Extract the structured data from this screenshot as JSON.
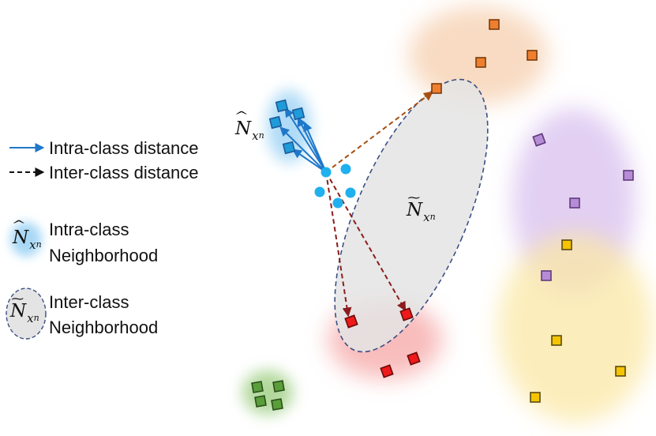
{
  "legend": {
    "intra_distance": "Intra-class distance",
    "inter_distance": "Inter-class distance",
    "intra_neighborhood_line1": "Intra-class",
    "intra_neighborhood_line2": "Neighborhood",
    "inter_neighborhood_line1": "Inter-class",
    "inter_neighborhood_line2": "Neighborhood"
  },
  "math": {
    "base": "N",
    "sub": "x",
    "subsub": "n",
    "hat_mark": "^",
    "tilde_mark": "~"
  },
  "colors": {
    "blue": "#1f9bd9",
    "blue_arrow": "#1f77c9",
    "orange": "#ee7f2f",
    "purple": "#b68cd6",
    "yellow": "#f5c400",
    "red": "#ee1a1a",
    "green": "#5a9e3a",
    "dark_red_arrow": "#8b1c1c",
    "brown_arrow": "#a84f10"
  }
}
